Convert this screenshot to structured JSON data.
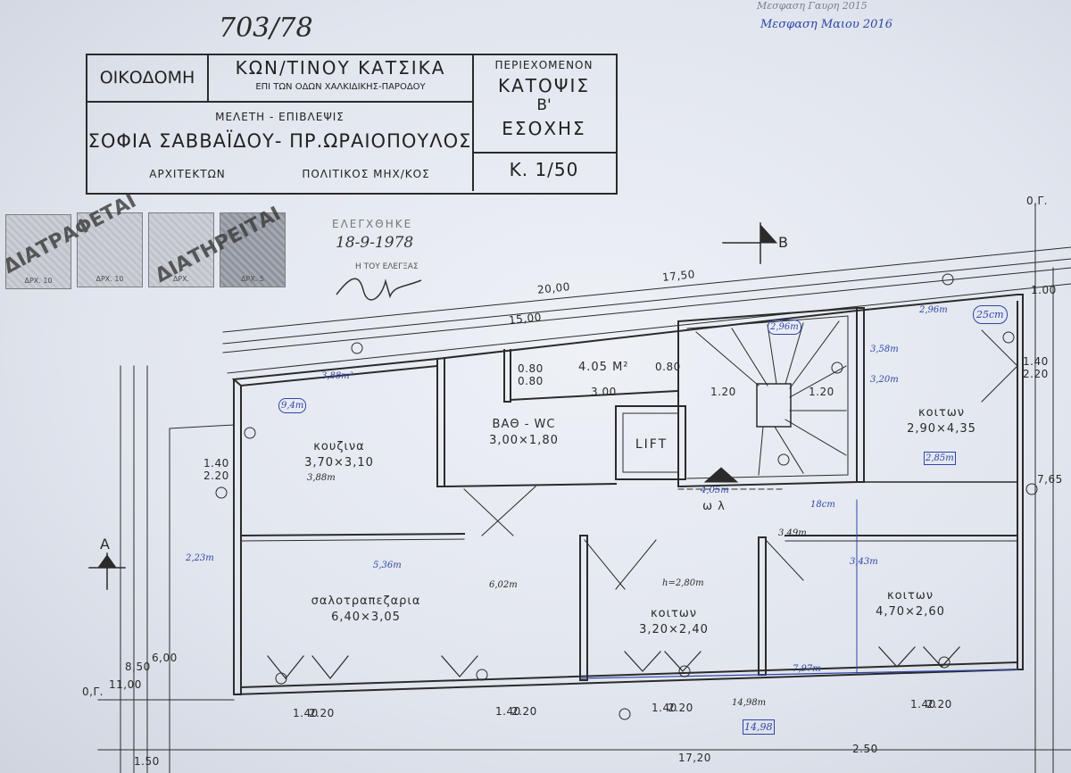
{
  "file_number": "703/78",
  "notes": {
    "line1": "Μεσφαση Γαυρη 2015",
    "line2": "Μεσφαση Μαιου 2016"
  },
  "title_block": {
    "label_building": "ΟΙΚΟΔΟΜΗ",
    "owner_name": "ΚΩΝ/ΤΙΝΟΥ ΚΑΤΣΙΚΑ",
    "owner_address": "ΕΠΙ ΤΩΝ ΟΔΩΝ ΧΑΛΚΙΔΙΚΗΣ-ΠΑΡΟΔΟΥ",
    "label_contents": "ΠΕΡΙΕΧΟΜΕΝΟΝ",
    "contents_line1": "ΚΑΤΟΨΙΣ",
    "contents_line2": "Β'",
    "contents_line3": "ΕΣΟΧΗΣ",
    "study_label": "ΜΕΛΕΤΗ - ΕΠΙΒΛΕΨΙΣ",
    "designers": "ΣΟΦΙΑ ΣΑΒΒΑΪΔΟΥ- ΠΡ.ΩΡΑΙΟΠΟΥΛΟΣ",
    "role1": "ΑΡΧΙΤΕΚΤΩΝ",
    "role2": "ΠΟΛΙΤΙΚΟΣ ΜΗΧ/ΚΟΣ",
    "scale": "Κ. 1/50"
  },
  "stamps": {
    "text1": "ΔΙΑΤΡΑΦΕΤΑΙ",
    "text2": "ΔΙΑΤΗΡΕΙΤΑΙ",
    "approval": "ΕΛΕΓΧΘΗΚΕ",
    "approval_date": "18-9-1978",
    "signer": "Η ΤΟΥ ΕΛΕΓΞΑΣ"
  },
  "section_markers": {
    "a": "Α",
    "b": "Β"
  },
  "rooms": {
    "kitchen": {
      "name": "κουζινα",
      "size": "3,70×3,10"
    },
    "bath": {
      "name": "ΒΑΘ - WC",
      "size": "3,00×1,80"
    },
    "lift": {
      "name": "LIFT"
    },
    "hall_area": "4.05 M²",
    "bedroom1": {
      "name": "κοιτων",
      "size": "2,90×4,35"
    },
    "living": {
      "name": "σαλοτραπεζαρια",
      "size": "6,40×3,05"
    },
    "bedroom2": {
      "name": "κοιτων",
      "size": "3,20×2,40"
    },
    "bedroom3": {
      "name": "κοιτων",
      "size": "4,70×2,60"
    },
    "hallway": "ω λ"
  },
  "dims": {
    "d20": "20,00",
    "d1750": "17,50",
    "d15": "15,00",
    "d1720": "17,20",
    "d100": "1.00",
    "d765": "7,65",
    "d11": "11,00",
    "d850": "8,50",
    "d600": "6,00",
    "og_left": "0,Γ.",
    "og_right": "0,Γ.",
    "d300": "3.00",
    "d120a": "1.20",
    "d120b": "1.20",
    "w1": "1.40",
    "w1b": "2.20",
    "w2": "1.40",
    "w2b": "2.20",
    "w3": "1.40",
    "w3b": "2.20",
    "w4": "1.40",
    "w4b": "2.20",
    "w5": "1.40",
    "w5b": "2.20",
    "w6": "1.40",
    "w6b": "2.20",
    "d080": "0.80",
    "d080b": "0.80",
    "d080c": "0.80",
    "d250": "2.50",
    "d150": "1.50"
  },
  "annotations": {
    "a1": "3,88m²",
    "a2": "9,4m",
    "a3": "3,88m",
    "a4": "3,58m",
    "a5": "2,96m",
    "a6": "3,20m",
    "a7": "2,23m",
    "a8": "25cm",
    "a9": "3,49m",
    "a10": "3,43m",
    "a11": "h=2,80m",
    "a12": "7,97m",
    "a13": "14,98m",
    "a14": "14,98",
    "a15": "6,02m",
    "a16": "5,36m",
    "a17": "18cm",
    "a18": "2,96m",
    "a19": "4,05m",
    "a20": "2,85m"
  }
}
